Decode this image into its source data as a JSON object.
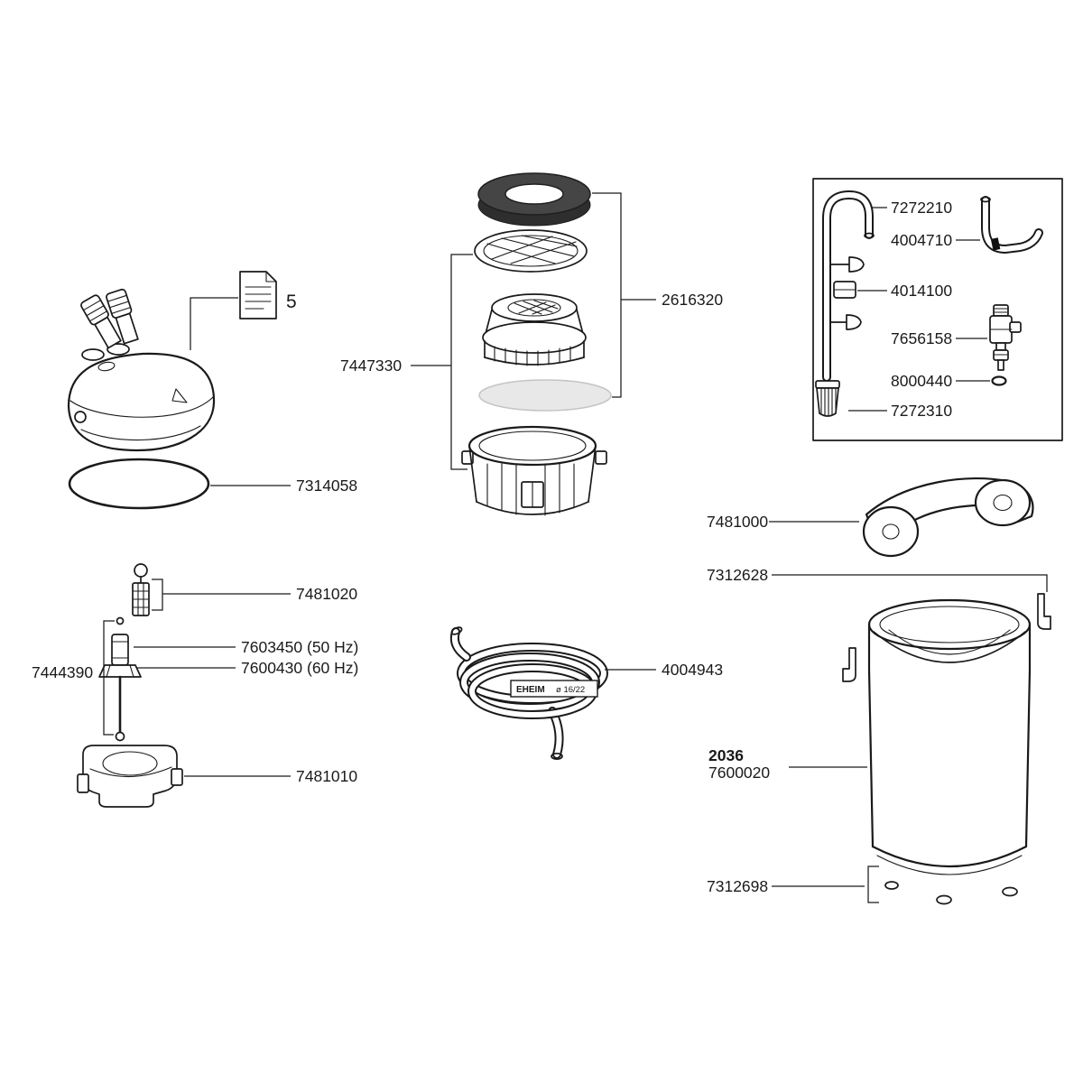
{
  "figure": {
    "note_number": "5",
    "hose_brand": "EHEIM",
    "hose_size": "ø 16/22"
  },
  "labels": {
    "head_oring": "7314058",
    "impeller_set": "7481020",
    "impeller_50hz": "7603450 (50 Hz)",
    "impeller_60hz": "7600430 (60 Hz)",
    "shaft_set": "7444390",
    "pump_cover": "7481010",
    "media_set": "2616320",
    "filter_baskets": "7447330",
    "hose": "4004943",
    "intake_pipe": "7272210",
    "outlet_elbow": "4004710",
    "installation_set": "4014100",
    "tap": "7656158",
    "small_oring": "8000440",
    "strainer": "7272310",
    "handle": "7481000",
    "clips": "7312628",
    "model_bold": "2036",
    "canister": "7600020",
    "base_feet": "7312698"
  }
}
